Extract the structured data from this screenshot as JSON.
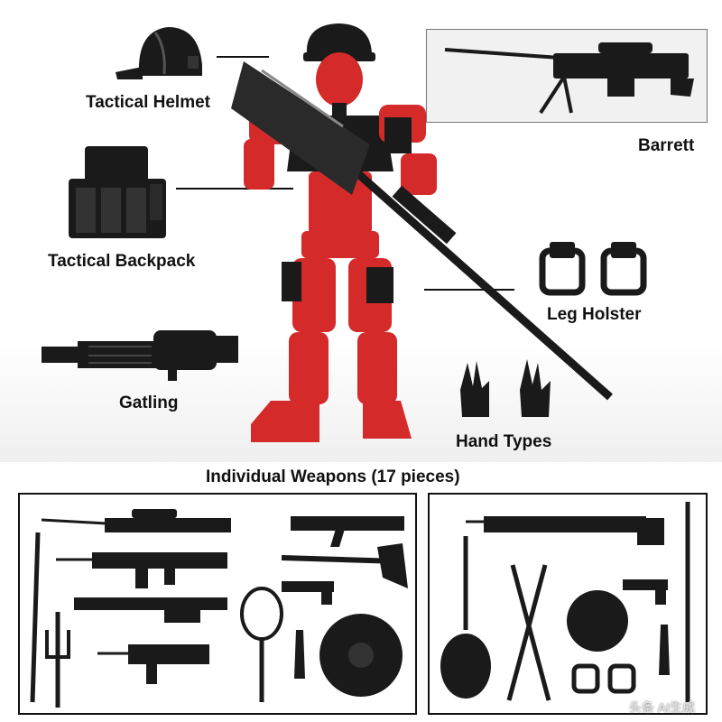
{
  "labels": {
    "tactical_helmet": "Tactical Helmet",
    "tactical_backpack": "Tactical Backpack",
    "gatling": "Gatling",
    "barrett": "Barrett",
    "leg_holster": "Leg Holster",
    "hand_types": "Hand Types"
  },
  "weapons_section": {
    "title": "Individual Weapons (17 pieces)"
  },
  "watermark": "头条 AI生成",
  "colors": {
    "figure_red": "#d42a2a",
    "accessory_black": "#1a1a1a",
    "background": "#ffffff"
  }
}
